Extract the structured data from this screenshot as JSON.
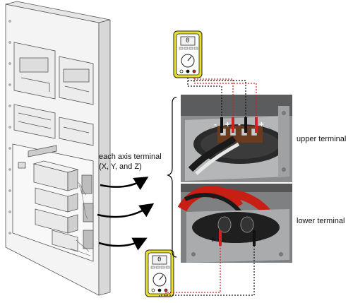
{
  "labels": {
    "axis_terminal_line1": "each axis terminal",
    "axis_terminal_line2": "(X, Y, and Z)",
    "upper_terminal": "upper terminal",
    "lower_terminal": "lower terminal"
  },
  "polarity": {
    "upper_minus_left": "-",
    "upper_plus_left": "+",
    "upper_minus_right": "-",
    "upper_plus_right": "+",
    "lower_plus": "+",
    "lower_minus": "-"
  },
  "meters": {
    "top_readout": "0",
    "bottom_readout": "0"
  },
  "colors": {
    "meter_body": "#e8e02a",
    "probe_red": "#d42020",
    "probe_black": "#111111",
    "cable_red": "#c81e14"
  }
}
